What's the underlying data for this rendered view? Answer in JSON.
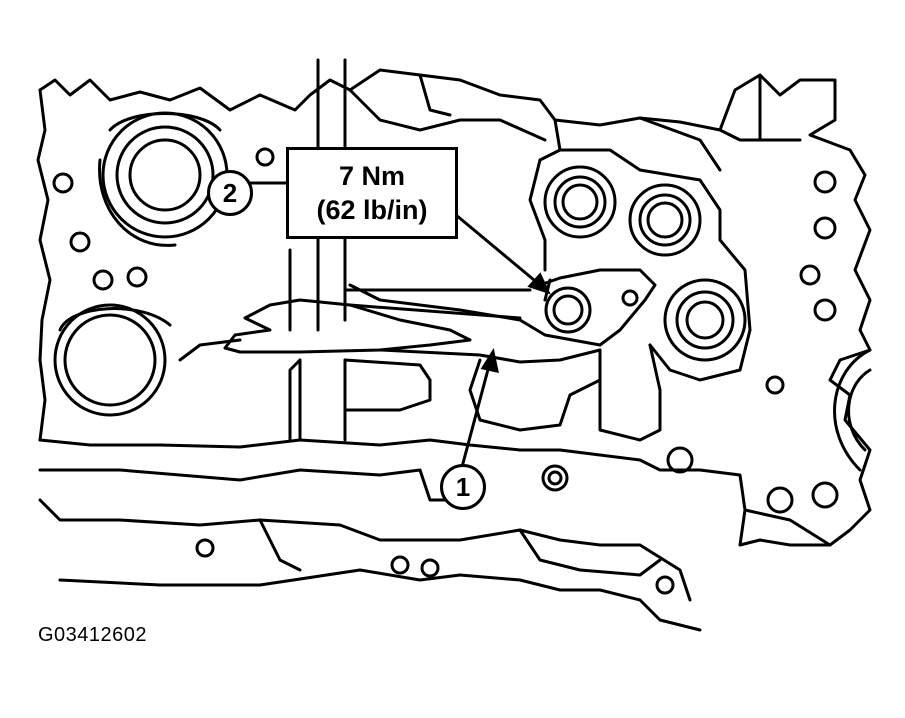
{
  "torque_spec": {
    "metric": "7 Nm",
    "imperial": "(62 lb/in)"
  },
  "callouts": {
    "one": "1",
    "two": "2"
  },
  "figure_id": "G03412602",
  "colors": {
    "line": "#000000",
    "background": "#ffffff"
  }
}
